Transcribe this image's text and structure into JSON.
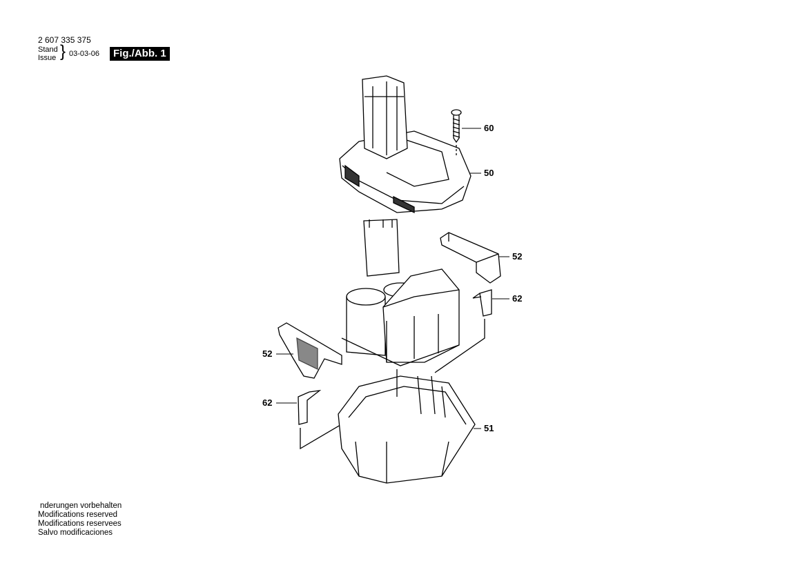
{
  "header": {
    "document_number": "2 607 335 375",
    "stand_label": "Stand",
    "issue_label": "Issue",
    "date": "03-03-06",
    "figure_label": "Fig./Abb. 1"
  },
  "callouts": {
    "screw": "60",
    "top_housing": "50",
    "clip_right": "52",
    "spring_right": "62",
    "clip_left": "52",
    "spring_left": "62",
    "bottom_housing": "51"
  },
  "footer": {
    "lines": [
      "nderungen vorbehalten",
      "Modifications reserved",
      "Modifications reservees",
      "Salvo modificaciones"
    ]
  }
}
